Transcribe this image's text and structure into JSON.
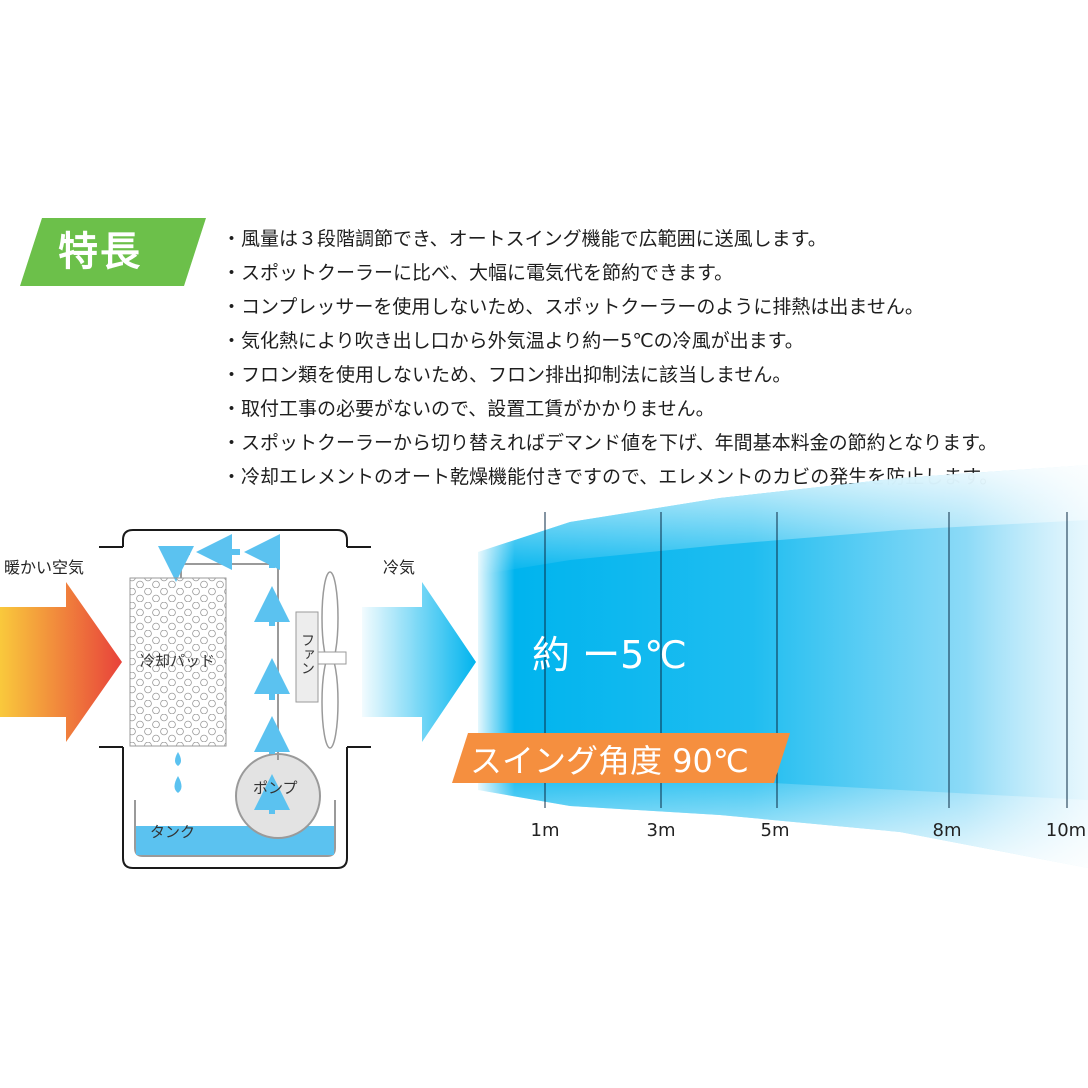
{
  "badge": {
    "label": "特長",
    "color": "#6cc04a"
  },
  "features": [
    "・風量は３段階調節でき、オートスイング機能で広範囲に送風します。",
    "・スポットクーラーに比べ、大幅に電気代を節約できます。",
    "・コンプレッサーを使用しないため、スポットクーラーのように排熱は出ません。",
    "・気化熱により吹き出し口から外気温より約ー5℃の冷風が出ます。",
    "・フロン類を使用しないため、フロン排出抑制法に該当しません。",
    "・取付工事の必要がないので、設置工賃がかかりません。",
    "・スポットクーラーから切り替えればデマンド値を下げ、年間基本料金の節約となります。",
    "・冷却エレメントのオート乾燥機能付きですので、エレメントのカビの発生を防止します。"
  ],
  "diagram": {
    "warm_air_label": "暖かい空気",
    "cool_air_label": "冷気",
    "pad_label": "冷却パッド",
    "fan_label": "ファン",
    "pump_label": "ポンプ",
    "tank_label": "タンク",
    "temp_label": "約 ー5℃",
    "swing_label": "スイング角度 90℃",
    "distance_ticks": [
      "1m",
      "3m",
      "5m",
      "8m",
      "10m"
    ],
    "colors": {
      "warm_start": "#f9c93c",
      "warm_end": "#e8423b",
      "cool": "#00b4ee",
      "water": "#5bc2f0",
      "swing_badge": "#f58f3f"
    }
  }
}
